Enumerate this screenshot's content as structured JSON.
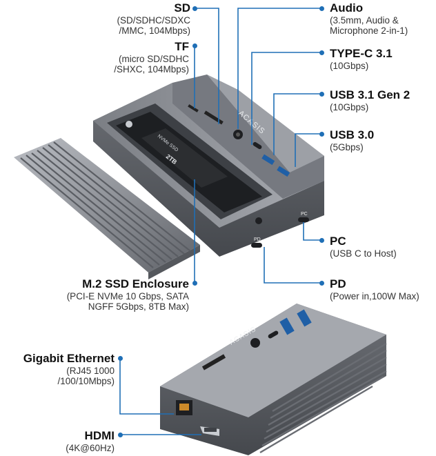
{
  "labels": {
    "sd": {
      "title": "SD",
      "sub": [
        "(SD/SDHC/SDXC",
        "/MMC, 104Mbps)"
      ]
    },
    "tf": {
      "title": "TF",
      "sub": [
        "(micro SD/SDHC",
        "/SHXC, 104Mbps)"
      ]
    },
    "audio": {
      "title": "Audio",
      "sub": [
        "(3.5mm, Audio &",
        "Microphone 2-in-1)"
      ]
    },
    "typec": {
      "title": "TYPE-C 3.1",
      "sub": [
        "(10Gbps)"
      ]
    },
    "usb31": {
      "title": "USB 3.1 Gen 2",
      "sub": [
        "(10Gbps)"
      ]
    },
    "usb30": {
      "title": "USB 3.0",
      "sub": [
        "(5Gbps)"
      ]
    },
    "pc": {
      "title": "PC",
      "sub": [
        "(USB C to Host)"
      ]
    },
    "pd": {
      "title": "PD",
      "sub": [
        "(Power in,100W Max)"
      ]
    },
    "m2": {
      "title": "M.2 SSD Enclosure",
      "sub": [
        "(PCI-E NVMe 10 Gbps, SATA",
        "NGFF 5Gbps, 8TB Max)"
      ]
    },
    "eth": {
      "title": "Gigabit Ethernet",
      "sub": [
        "(RJ45 1000",
        "/100/10Mbps)"
      ]
    },
    "hdmi": {
      "title": "HDMI",
      "sub": [
        "(4K@60Hz)"
      ]
    }
  },
  "device": {
    "brand": "ACASIS",
    "ssd_capacity": "2TB",
    "port_marks": {
      "pc": "PC",
      "pd": "PD"
    }
  },
  "colors": {
    "accent": "#1f6fb6",
    "body": "#8a8d93",
    "dark": "#4b4e54"
  }
}
